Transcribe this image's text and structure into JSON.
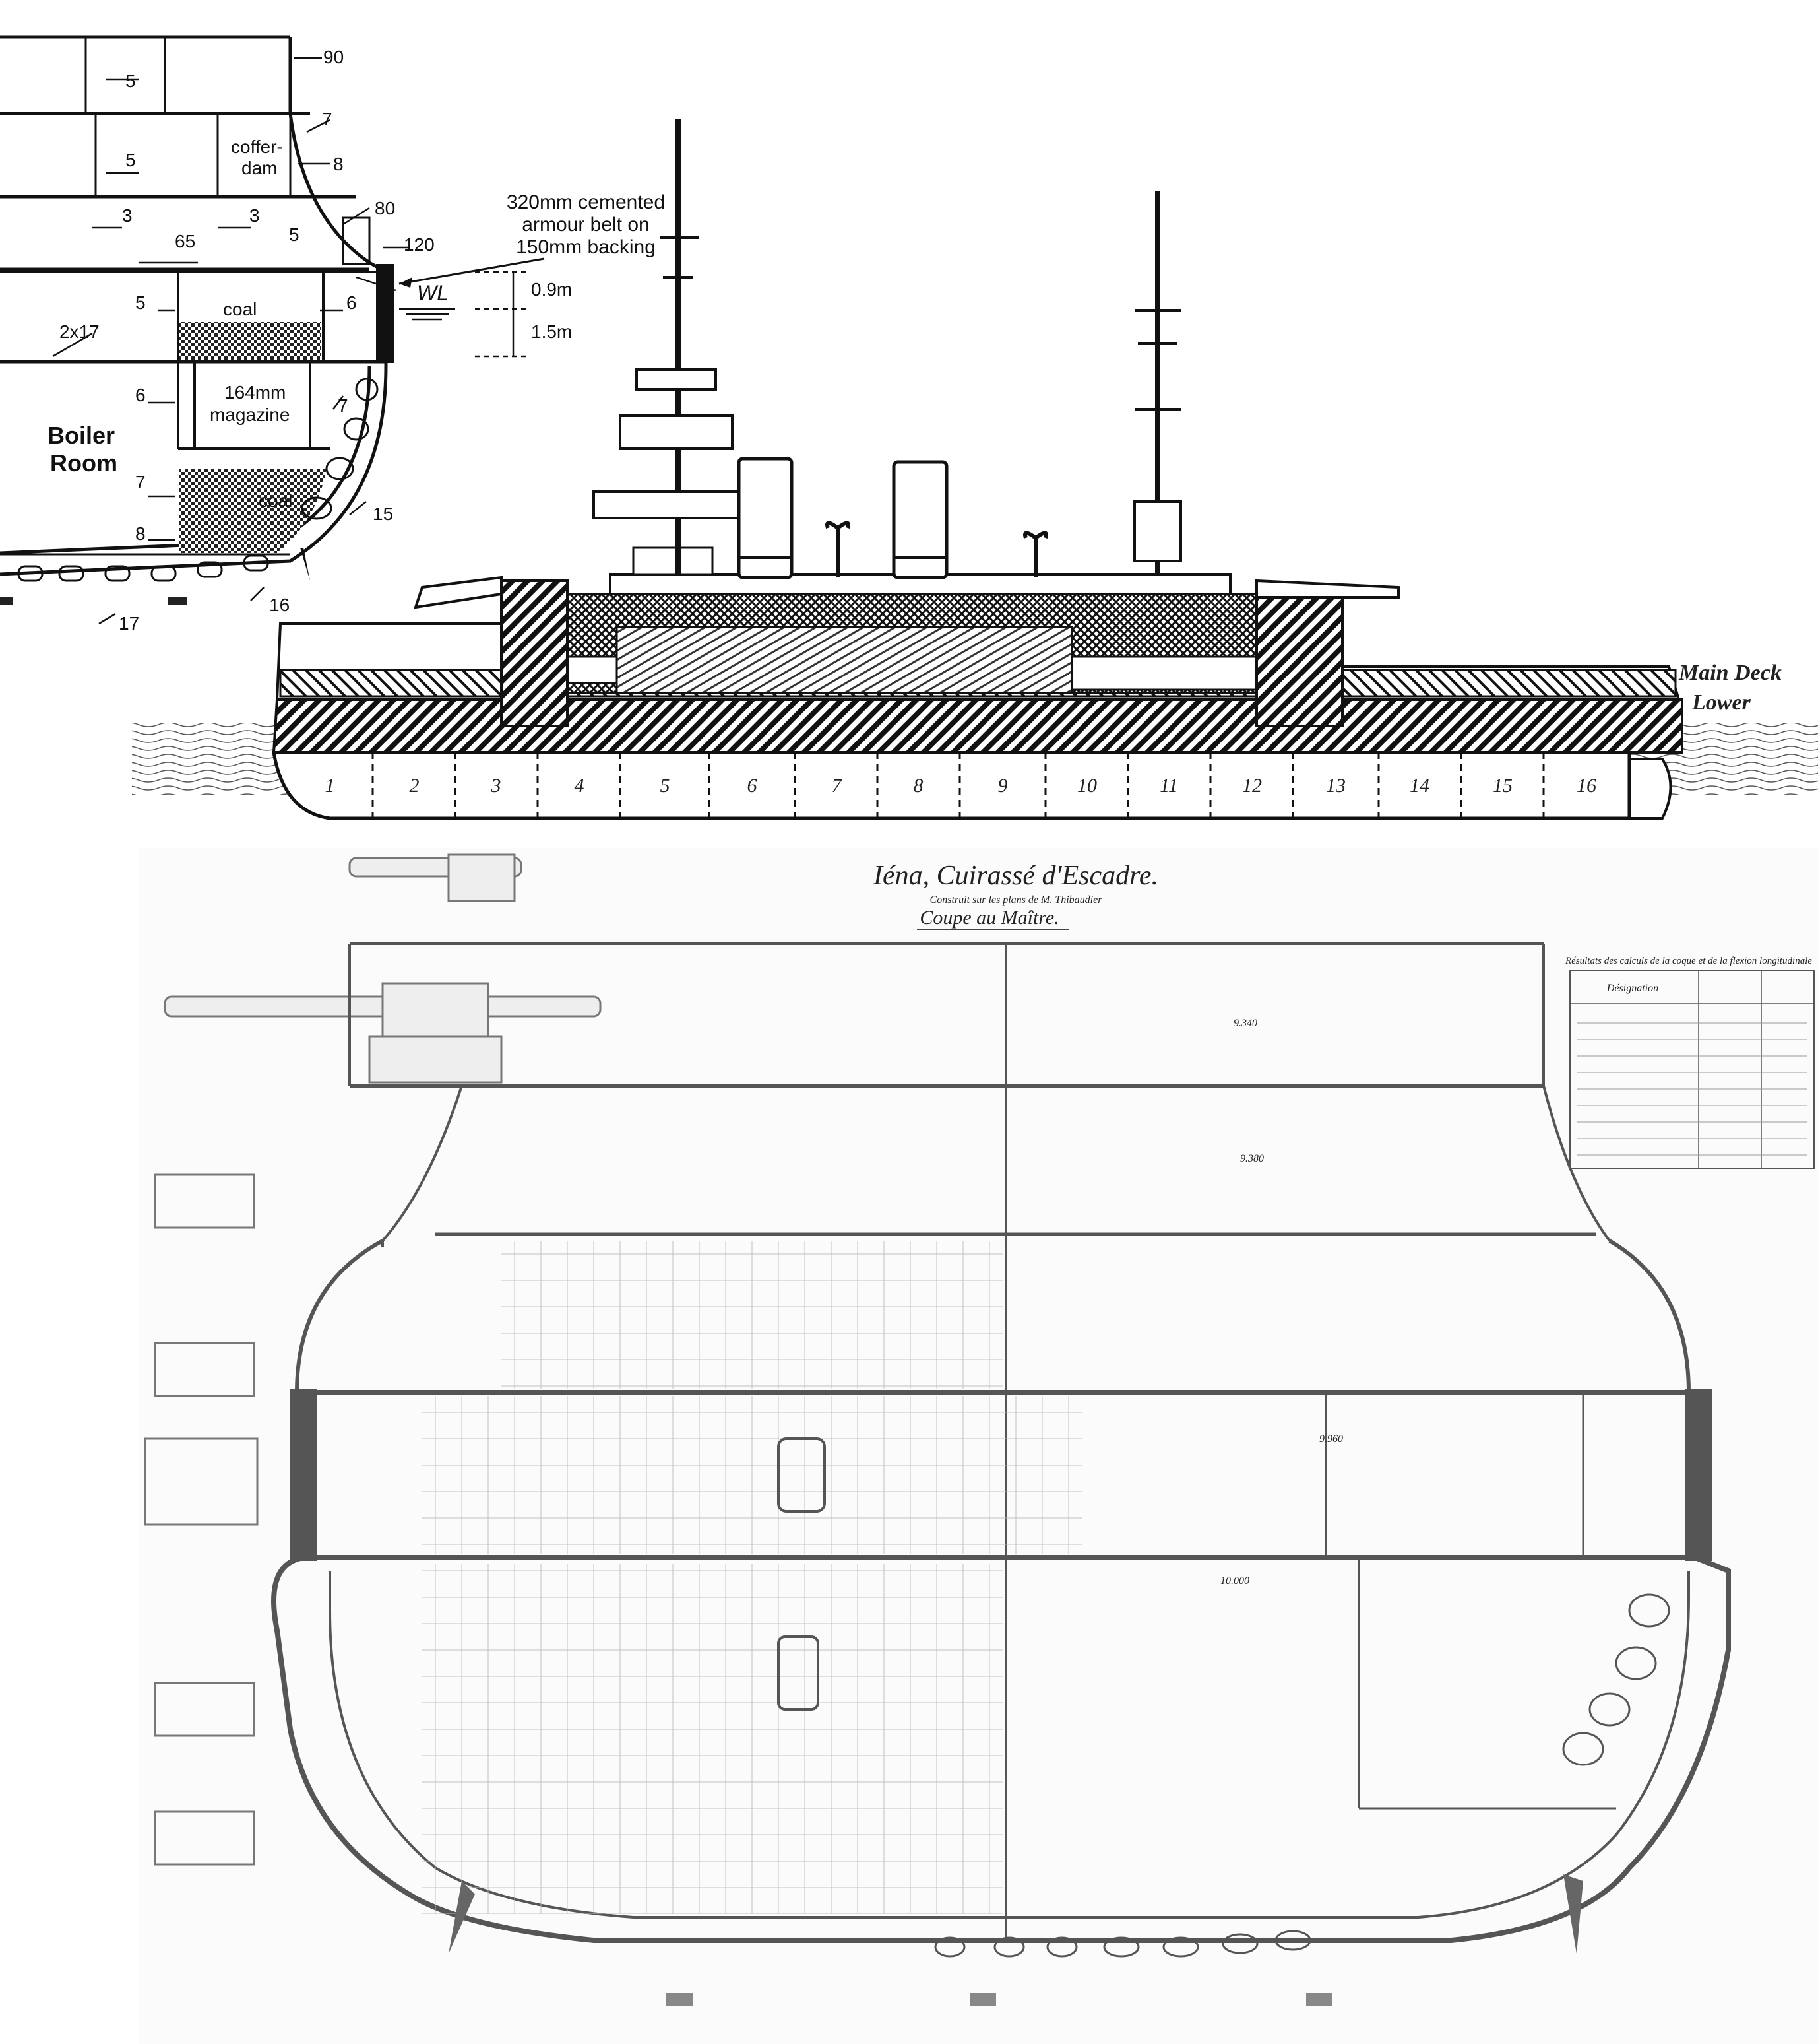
{
  "section_diagram": {
    "labels": {
      "t90": "90",
      "t7a": "7",
      "t8a": "8",
      "t80": "80",
      "t120": "120",
      "t5a": "5",
      "t5b": "5",
      "t3a": "3",
      "t3b": "3",
      "t65": "65",
      "t5c": "5",
      "cofferdam_1": "coffer-",
      "cofferdam_2": "dam",
      "t5d": "5",
      "coal_upper": "coal",
      "t6a": "6",
      "t2x17": "2x17",
      "t6b": "6",
      "magazine_1": "164mm",
      "magazine_2": "magazine",
      "t7b": "7",
      "boiler_1": "Boiler",
      "boiler_2": "Room",
      "t7c": "7",
      "coal_lower": "coal",
      "t8b": "8",
      "t15": "15",
      "t16": "16",
      "t17": "17"
    },
    "belt_note": [
      "320mm cemented",
      "armour belt on",
      "150mm backing"
    ],
    "waterline": "WL",
    "dim_upper": "0.9m",
    "dim_lower": "1.5m"
  },
  "profile_diagram": {
    "deck_labels": [
      "Main Deck",
      "Lower"
    ],
    "compartments": [
      "1",
      "2",
      "3",
      "4",
      "5",
      "6",
      "7",
      "8",
      "9",
      "10",
      "11",
      "12",
      "13",
      "14",
      "15",
      "16"
    ]
  },
  "plan_drawing": {
    "title": "Iéna, Cuirassé d'Escadre.",
    "subtitle": "Construit sur les plans de M. Thibaudier",
    "section_title": "Coupe au Maître.",
    "table_title": "Résultats des calculs de la coque et de la flexion longitudinale",
    "table_column_header": "Désignation",
    "beam_dims": [
      "9.340",
      "9.380",
      "9.960",
      "10.000"
    ]
  }
}
